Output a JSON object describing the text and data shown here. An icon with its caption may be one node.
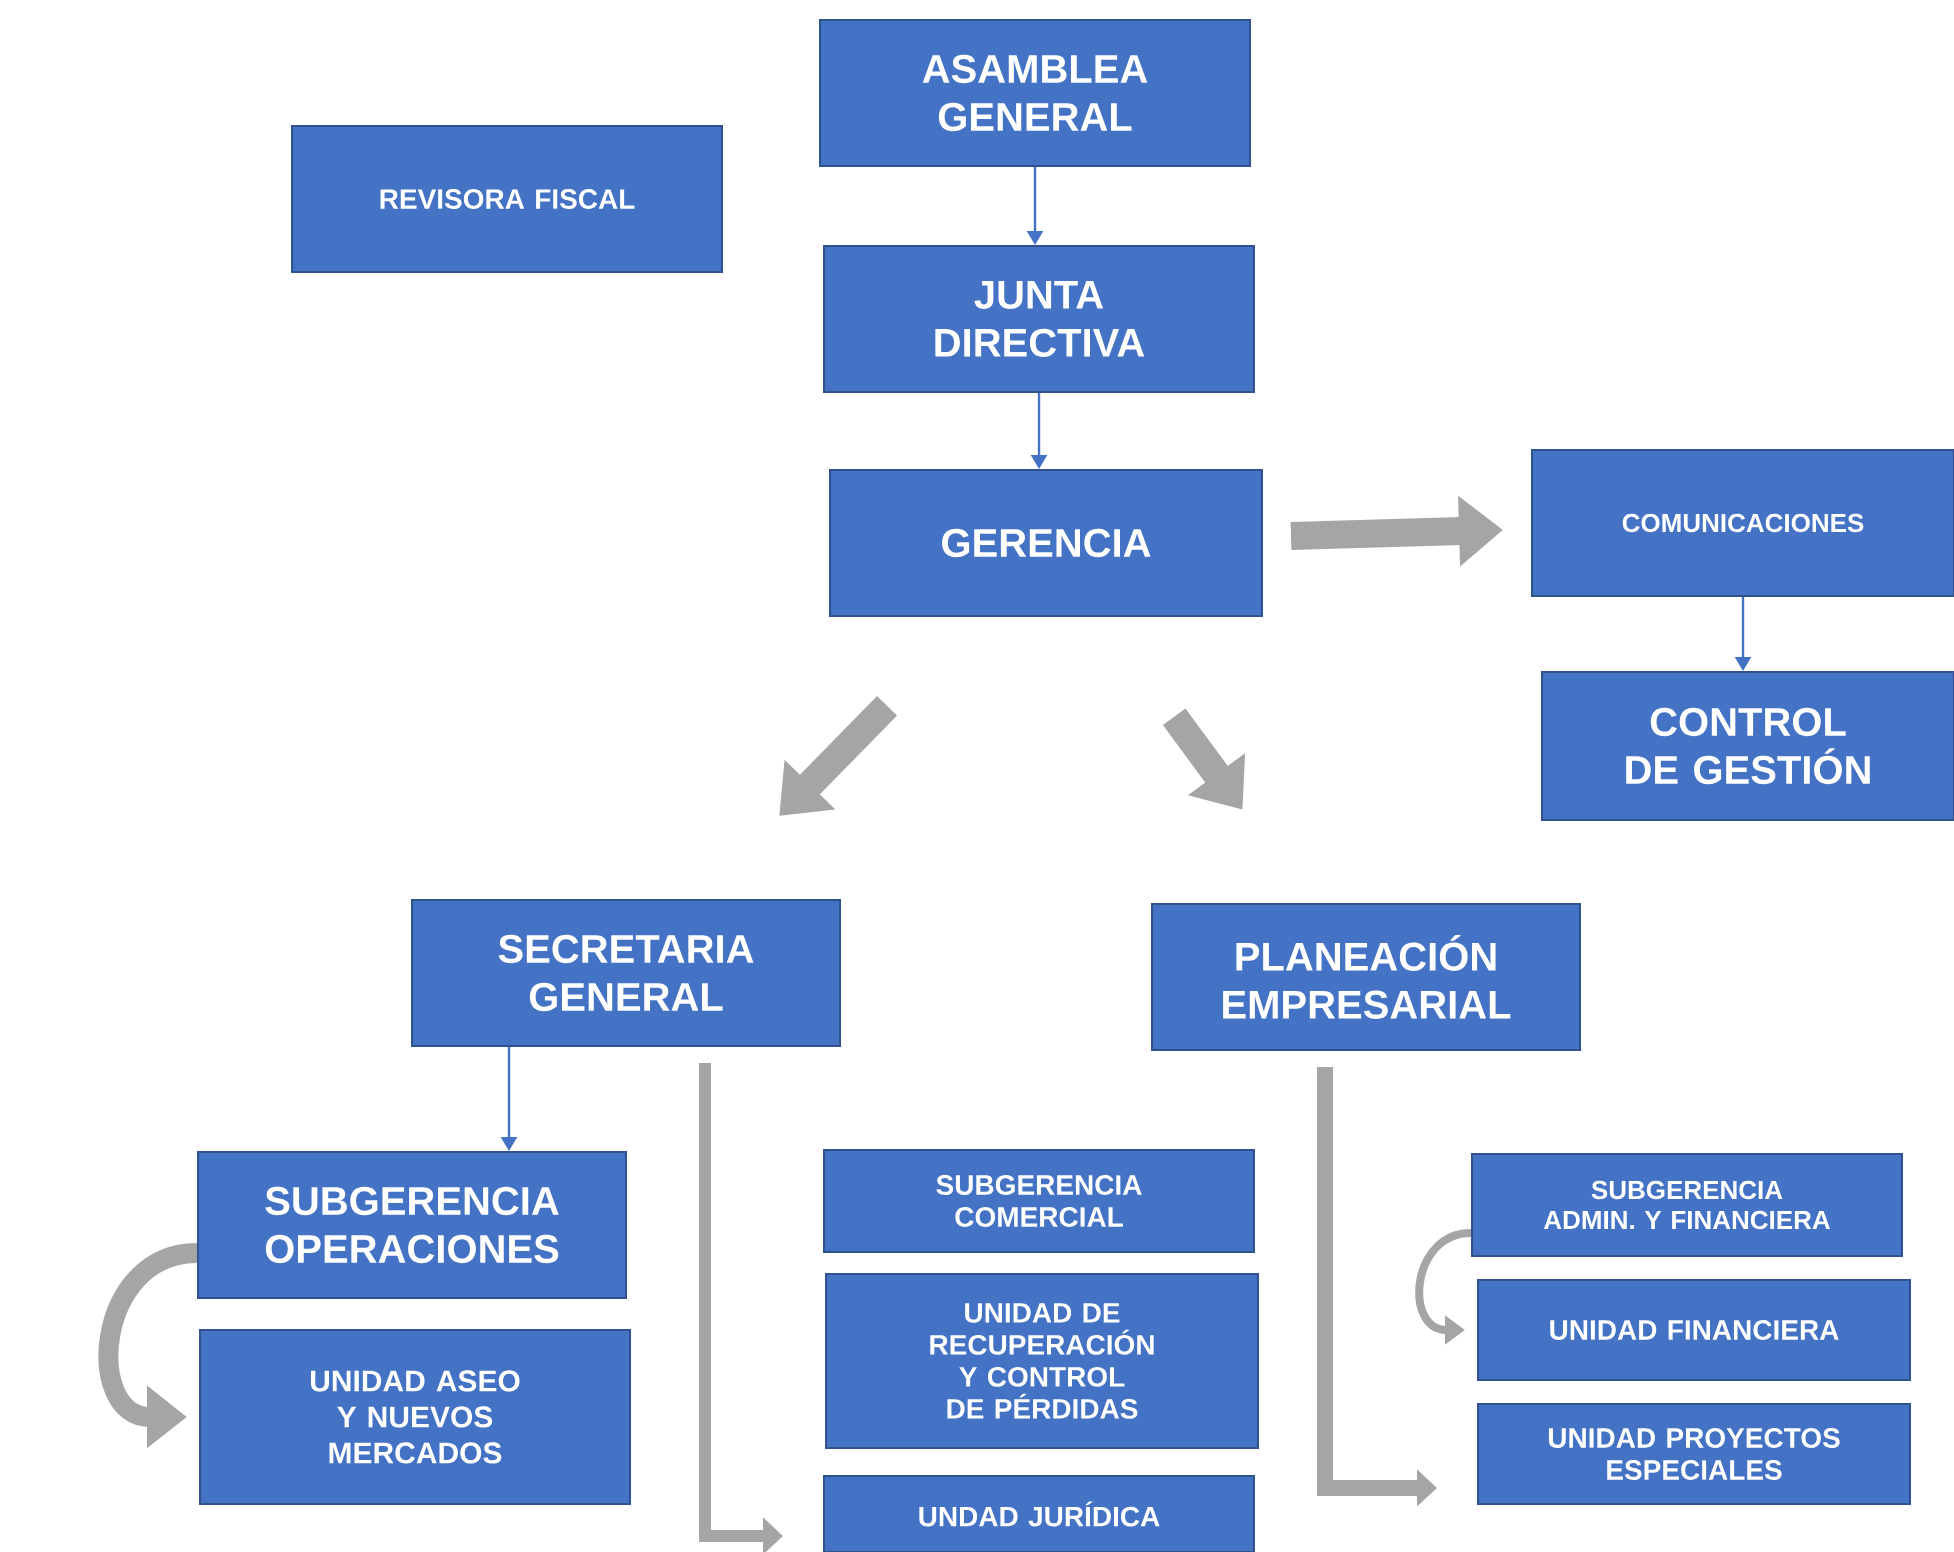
{
  "diagram": {
    "nodes": [
      {
        "text": [
          "ASAMBLEA GENERAL"
        ]
      },
      {
        "text": [
          "REVISORA FISCAL"
        ]
      },
      {
        "text": [
          "JUNTA DIRECTIVA"
        ]
      },
      {
        "text": [
          "GERENCIA"
        ]
      },
      {
        "text": [
          "COMUNICACIONES"
        ]
      },
      {
        "text": [
          "CONTROL DE GESTIÓN"
        ]
      },
      {
        "text": [
          "SECRETARIA GENERAL"
        ]
      },
      {
        "text": [
          "PLANEACIÓN EMPRESARIAL"
        ]
      },
      {
        "text": [
          "SUBGERENCIA OPERACIONES"
        ]
      },
      {
        "text": [
          "UNIDAD ASEO Y NUEVOS MERCADOS"
        ]
      },
      {
        "text": [
          "SUBGERENCIA COMERCIAL"
        ]
      },
      {
        "text": [
          "UNIDAD DE RECUPERACIÓN Y CONTROL DE PÉRDIDAS"
        ]
      },
      {
        "text": [
          "UNDAD JURÍDICA"
        ]
      },
      {
        "text": [
          "SUBGERENCIA ADMIN. Y FINANCIERA"
        ]
      },
      {
        "text": [
          "UNIDAD FINANCIERA"
        ]
      },
      {
        "text": [
          "UNIDAD PROYECTOS ESPECIALES"
        ]
      }
    ],
    "edges": [
      {
        "from": 0,
        "to": 2,
        "arrow": "to",
        "color": "#4472c4"
      },
      {
        "from": 2,
        "to": 3,
        "arrow": "to",
        "color": "#4472c4"
      },
      {
        "from": 3,
        "to": 4,
        "arrow": "to",
        "style": "thick",
        "color": "#a5a5a5"
      },
      {
        "from": 4,
        "to": 5,
        "arrow": "to",
        "color": "#4472c4"
      },
      {
        "from": 3,
        "to": 6,
        "arrow": "to",
        "style": "thick",
        "color": "#a5a5a5"
      },
      {
        "from": 3,
        "to": 7,
        "arrow": "to",
        "style": "thick",
        "color": "#a5a5a5"
      },
      {
        "from": 6,
        "to": 8,
        "arrow": "to",
        "color": "#4472c4"
      },
      {
        "from": 8,
        "to": 9,
        "arrow": "to"
      },
      {
        "from": 6,
        "to": 12,
        "arrow": "to"
      },
      {
        "from": 13,
        "to": 14,
        "arrow": "to"
      },
      {
        "from": 7,
        "to": 15,
        "arrow": "to"
      }
    ]
  }
}
